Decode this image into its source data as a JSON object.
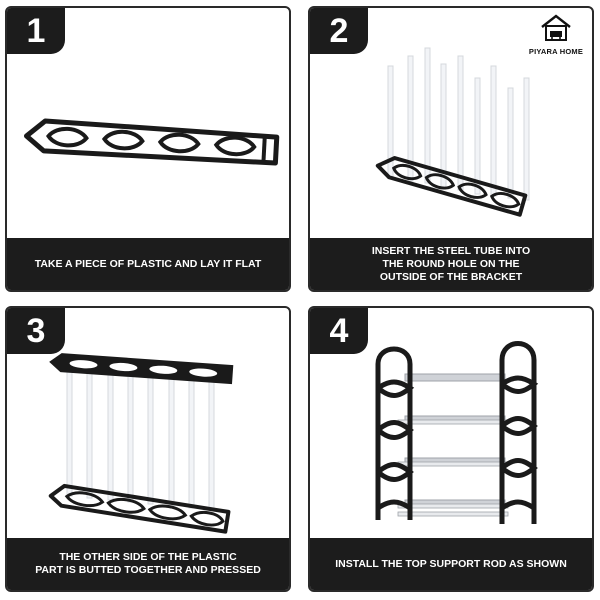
{
  "steps": [
    {
      "number": "1",
      "caption": "TAKE A PIECE OF PLASTIC AND LAY IT FLAT"
    },
    {
      "number": "2",
      "caption": "INSERT THE STEEL TUBE INTO\nTHE ROUND HOLE ON THE\nOUTSIDE OF THE BRACKET"
    },
    {
      "number": "3",
      "caption": "THE OTHER SIDE OF THE PLASTIC\nPART IS BUTTED TOGETHER AND PRESSED"
    },
    {
      "number": "4",
      "caption": "INSTALL THE TOP SUPPORT ROD AS SHOWN"
    }
  ],
  "brand": {
    "name": "PIYARA HOME",
    "icon": "house-logo-icon"
  },
  "colors": {
    "panel_dark": "#1c1c1c",
    "bracket": "#1a1a1a",
    "tube": "#f2f4f7",
    "rail": "#c9ccd1"
  }
}
